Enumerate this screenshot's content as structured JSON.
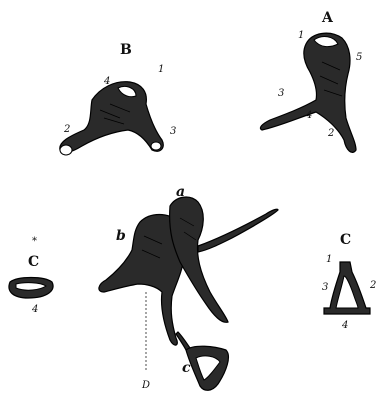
{
  "figures": {
    "A": {
      "letter": "A",
      "parts": [
        "1",
        "5",
        "3",
        "4",
        "2"
      ]
    },
    "B": {
      "letter": "B",
      "parts": [
        "4",
        "1",
        "2",
        "3"
      ]
    },
    "C_left": {
      "letter": "C",
      "asterisk": "*",
      "parts": [
        "4"
      ]
    },
    "C_right": {
      "letter": "C",
      "parts": [
        "1",
        "3",
        "2",
        "4"
      ]
    },
    "main": {
      "a": "a",
      "b": "b",
      "c": "c",
      "D": "D"
    }
  },
  "colors": {
    "ink": "#000000",
    "paper": "#ffffff"
  }
}
